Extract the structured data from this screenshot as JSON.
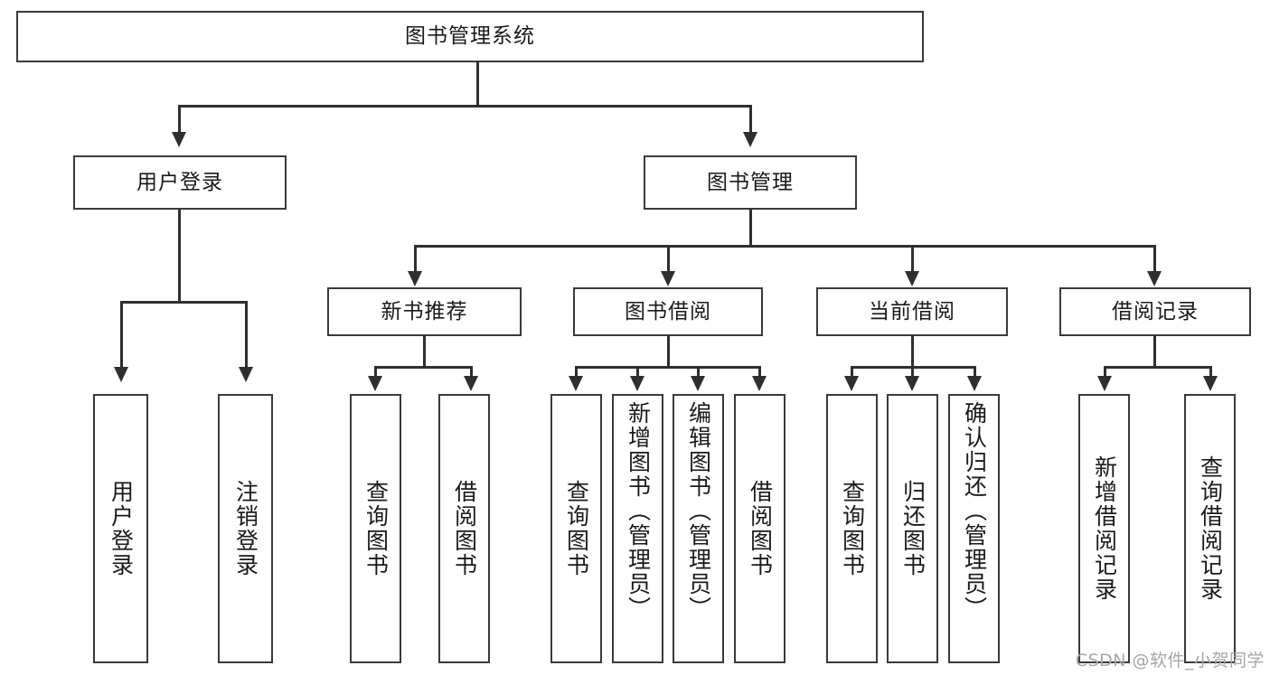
{
  "diagram": {
    "title": "图书管理系统",
    "root": {
      "label": "图书管理系统"
    },
    "level2": [
      {
        "label": "用户登录"
      },
      {
        "label": "图书管理"
      }
    ],
    "level3": [
      {
        "label": "新书推荐"
      },
      {
        "label": "图书借阅"
      },
      {
        "label": "当前借阅"
      },
      {
        "label": "借阅记录"
      }
    ],
    "leaves": {
      "user_login": [
        {
          "label": "用户登录"
        },
        {
          "label": "注销登录"
        }
      ],
      "new_book_recommend": [
        {
          "label": "查询图书"
        },
        {
          "label": "借阅图书"
        }
      ],
      "book_borrow": [
        {
          "label": "查询图书"
        },
        {
          "label": "新增图书（管理员）"
        },
        {
          "label": "编辑图书（管理员）"
        },
        {
          "label": "借阅图书"
        }
      ],
      "current_borrow": [
        {
          "label": "查询图书"
        },
        {
          "label": "归还图书"
        },
        {
          "label": "确认归还（管理员）"
        }
      ],
      "borrow_record": [
        {
          "label": "新增借阅记录"
        },
        {
          "label": "查询借阅记录"
        }
      ]
    }
  },
  "watermark": {
    "text": "CSDN @软件_小贺同学"
  },
  "colors": {
    "line": "#2f2f2f",
    "border": "#3a3a3a",
    "text": "#1a1a1a",
    "background": "#ffffff",
    "watermark": "#a6a6a6"
  }
}
